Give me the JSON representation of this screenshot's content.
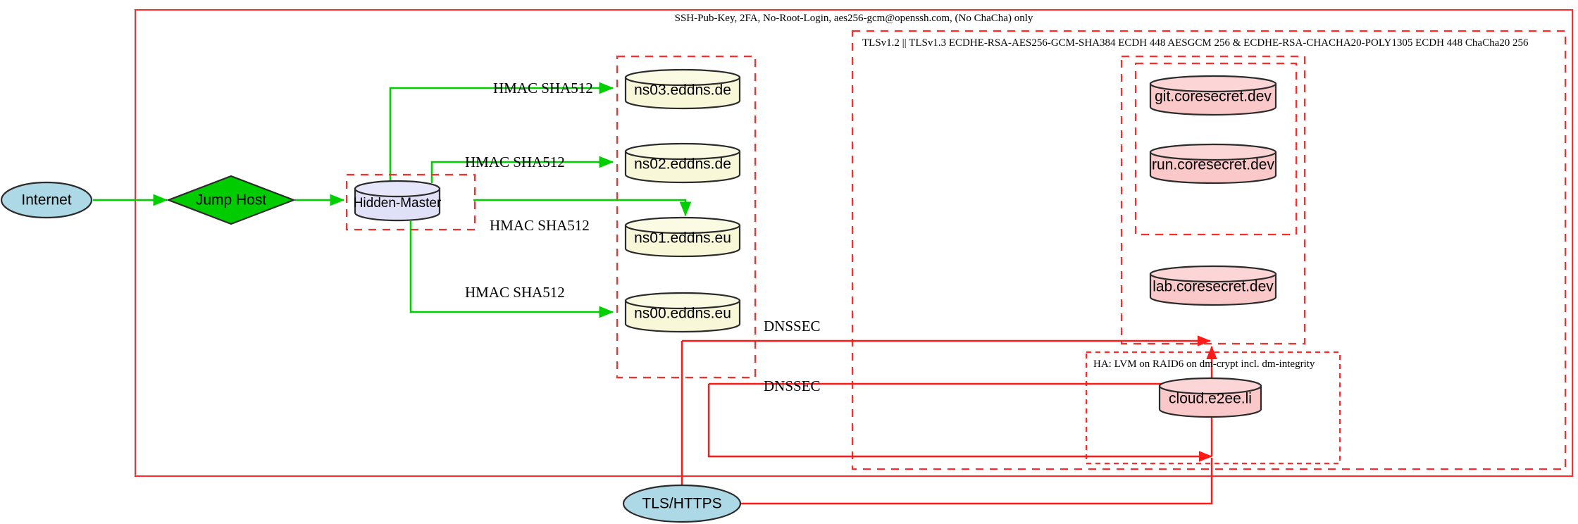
{
  "diagram": {
    "title": "Network security architecture diagram",
    "outer_frame_label": "SSH-Pub-Key, 2FA, No-Root-Login, aes256-gcm@openssh.com, (No ChaCha) only",
    "clusters": [
      {
        "id": "tls-cluster",
        "label": "TLSv1.2 || TLSv1.3 ECDHE-RSA-AES256-GCM-SHA384 ECDH 448 AESGCM 256 & ECDHE-RSA-CHACHA20-POLY1305 ECDH 448 ChaCha20 256"
      },
      {
        "id": "ha-cluster",
        "label": "HA: LVM on RAID6 on dm-crypt incl. dm-integrity"
      }
    ],
    "nodes": [
      {
        "id": "internet",
        "label": "Internet",
        "shape": "ellipse",
        "color": "#add8e6"
      },
      {
        "id": "jump-host",
        "label": "Jump Host",
        "shape": "diamond",
        "color": "#00cc00"
      },
      {
        "id": "hidden-master",
        "label": "Hidden-Master",
        "shape": "cylinder",
        "color": "#e0e0f8"
      },
      {
        "id": "ns03",
        "label": "ns03.eddns.de",
        "shape": "cylinder",
        "color": "#f8f8d8"
      },
      {
        "id": "ns02",
        "label": "ns02.eddns.de",
        "shape": "cylinder",
        "color": "#f8f8d8"
      },
      {
        "id": "ns01",
        "label": "ns01.eddns.eu",
        "shape": "cylinder",
        "color": "#f8f8d8"
      },
      {
        "id": "ns00",
        "label": "ns00.eddns.eu",
        "shape": "cylinder",
        "color": "#f8f8d8"
      },
      {
        "id": "git",
        "label": "git.coresecret.dev",
        "shape": "cylinder",
        "color": "#fac8c8"
      },
      {
        "id": "run",
        "label": "run.coresecret.dev",
        "shape": "cylinder",
        "color": "#fac8c8"
      },
      {
        "id": "lab",
        "label": "lab.coresecret.dev",
        "shape": "cylinder",
        "color": "#fac8c8"
      },
      {
        "id": "cloud",
        "label": "cloud.e2ee.li",
        "shape": "cylinder",
        "color": "#fac8c8"
      },
      {
        "id": "tls-https",
        "label": "TLS/HTTPS",
        "shape": "ellipse",
        "color": "#add8e6"
      }
    ],
    "edge_labels": {
      "hmac_ns03": "HMAC SHA512",
      "hmac_ns02": "HMAC SHA512",
      "hmac_ns01": "HMAC SHA512",
      "hmac_ns00": "HMAC SHA512",
      "dnssec_upper": "DNSSEC",
      "dnssec_lower": "DNSSEC"
    },
    "colors": {
      "accent_red": "#ff2a2a",
      "accent_green": "#00d000",
      "node_blue": "#add8e6",
      "node_yellow": "#f8f8d8",
      "node_pink": "#fac8c8",
      "node_lavender": "#e0e0f8",
      "node_green": "#00cc00"
    }
  }
}
